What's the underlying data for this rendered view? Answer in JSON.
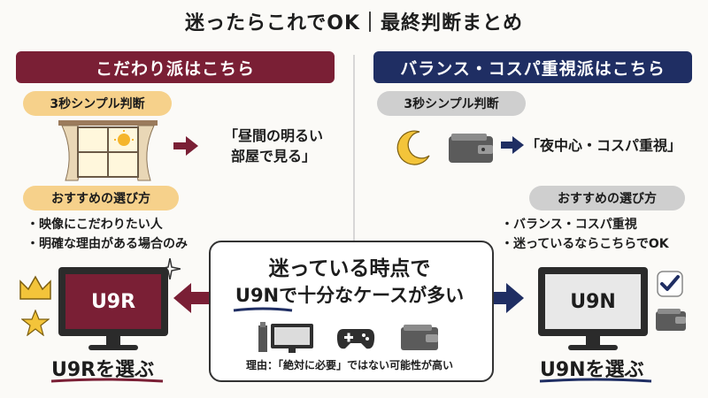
{
  "title": "迷ったらこれでOK｜最終判断まとめ",
  "left": {
    "banner": "こだわり派はこちら",
    "quick_label": "3秒シンプル判断",
    "quote_line1": "「昼間の明るい",
    "quote_line2": "部屋で見る」",
    "rec_label": "おすすめの選び方",
    "bullets": [
      "・映像にこだわりたい人",
      "・明確な理由がある場合のみ"
    ],
    "tv_label": "U9R",
    "choose": "U9Rを選ぶ"
  },
  "right": {
    "banner": "バランス・コスパ重視派はこちら",
    "quick_label": "3秒シンプル判断",
    "quote": "「夜中心・コスパ重視」",
    "rec_label": "おすすめの選び方",
    "bullets": [
      "・バランス・コスパ重視",
      "・迷っているならこちらでOK"
    ],
    "tv_label": "U9N",
    "choose": "U9Nを選ぶ"
  },
  "center": {
    "line1": "迷っている時点で",
    "line2": "U9Nで十分なケースが多い",
    "reason": "理由：「絶対に必要」ではない可能性が高い"
  },
  "colors": {
    "left_accent": "#7a1f35",
    "right_accent": "#1f2e63",
    "gold": "#f6d18b",
    "gray": "#cfcfcf"
  },
  "icons": [
    "window-sun-icon",
    "moon-icon",
    "wallet-icon",
    "crown-icon",
    "star-icon",
    "sparkle-icon",
    "tv-icon",
    "game-controller-icon",
    "checkmark-icon",
    "arrow-right-icon",
    "arrow-left-icon"
  ]
}
